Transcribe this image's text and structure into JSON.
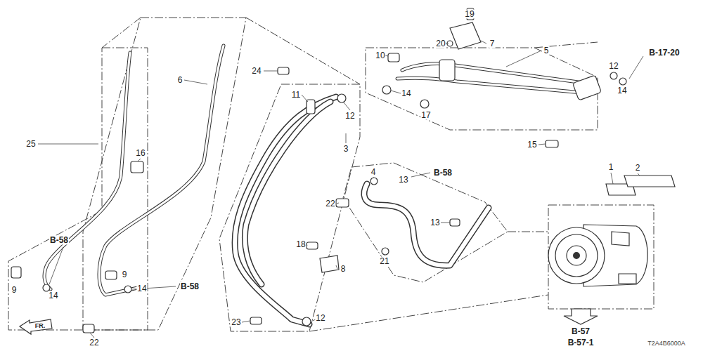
{
  "diagram": {
    "labels": [
      "19",
      "20",
      "7",
      "10",
      "5",
      "B-17-20",
      "12",
      "14",
      "24",
      "6",
      "11",
      "12",
      "14",
      "17",
      "3",
      "15",
      "25",
      "16",
      "4",
      "B-58",
      "13",
      "1",
      "2",
      "22",
      "13",
      "B-58",
      "18",
      "8",
      "21",
      "9",
      "9",
      "14",
      "14",
      "B-58",
      "23",
      "12",
      "22",
      "B-57",
      "B-57-1",
      "FR.",
      "T2A4B6000A"
    ]
  }
}
